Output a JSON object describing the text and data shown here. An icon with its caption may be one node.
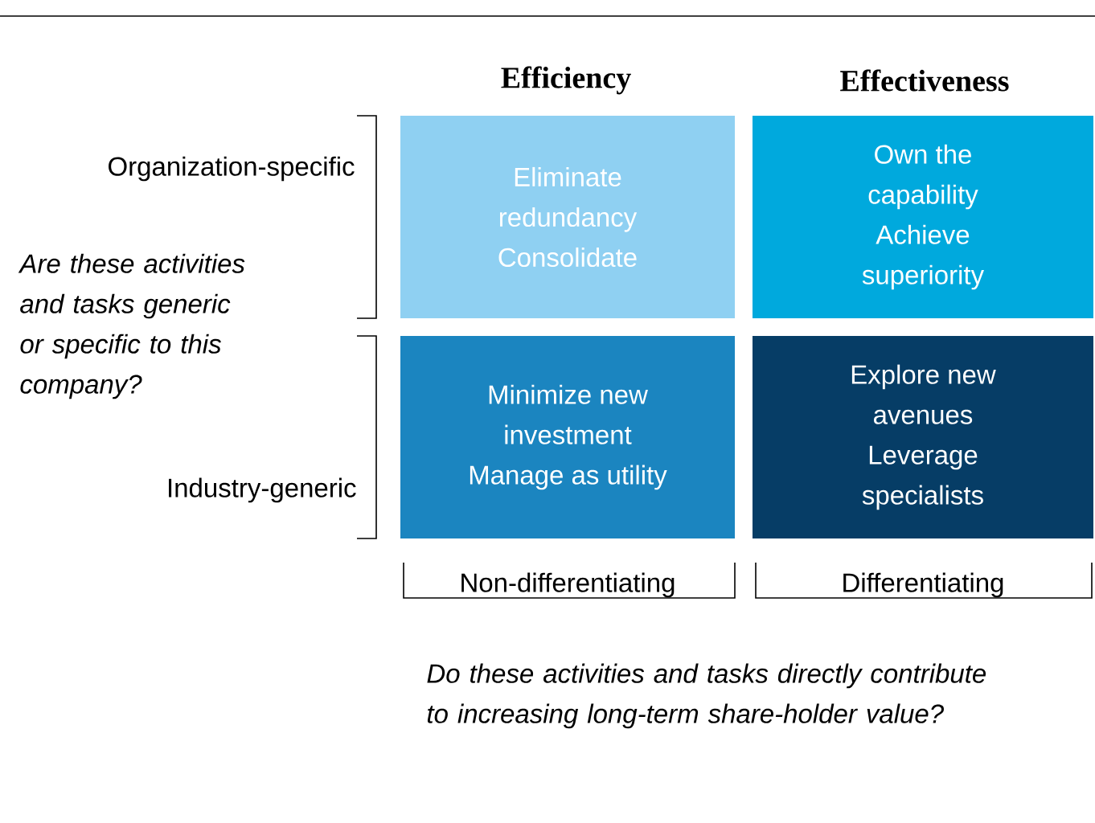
{
  "diagram": {
    "nodes": [
      {
        "text": [
          "Eliminate redundancy",
          "Consolidate"
        ]
      },
      {
        "text": [
          "Own the capability",
          "Achieve superiority"
        ]
      },
      {
        "text": [
          "Minimize new investment",
          "Manage as utility"
        ]
      },
      {
        "text": [
          "Explore new avenues",
          "Leverage specialists"
        ]
      }
    ],
    "labels": [
      "Efficiency",
      "Effectiveness",
      "Organization-specific",
      "Are these activities and tasks generic or specific to this company?",
      "Industry-generic",
      "Non-differentiating",
      "Differentiating",
      "Do these activities and tasks directly contribute to increasing long-term share-holder value?"
    ]
  }
}
